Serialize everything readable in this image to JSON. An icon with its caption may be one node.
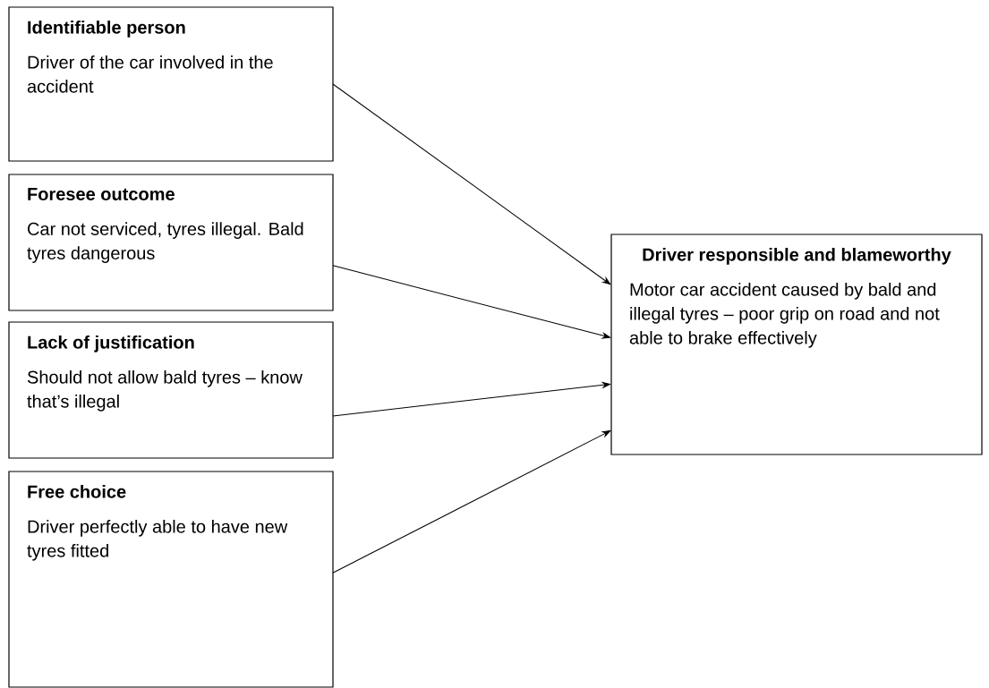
{
  "diagram": {
    "nodes": [
      {
        "text": [
          "Identifiable person",
          "Driver of the car involved in the accident"
        ]
      },
      {
        "text": [
          "Foresee outcome",
          "Car not serviced, tyres illegal. Bald tyres dangerous"
        ]
      },
      {
        "text": [
          "Lack of justification",
          "Should not allow bald tyres – know that’s illegal"
        ]
      },
      {
        "text": [
          "Free choice",
          "Driver perfectly able to have new tyres fitted"
        ]
      },
      {
        "text": [
          "Driver responsible and blameworthy",
          "Motor car accident caused by bald and illegal tyres – poor grip on road and not able to brake effectively"
        ]
      }
    ],
    "edges": [
      {
        "from": 0,
        "to": 4,
        "arrow": "to"
      },
      {
        "from": 1,
        "to": 4,
        "arrow": "to"
      },
      {
        "from": 2,
        "to": 4,
        "arrow": "to"
      },
      {
        "from": 3,
        "to": 4,
        "arrow": "to"
      }
    ]
  }
}
